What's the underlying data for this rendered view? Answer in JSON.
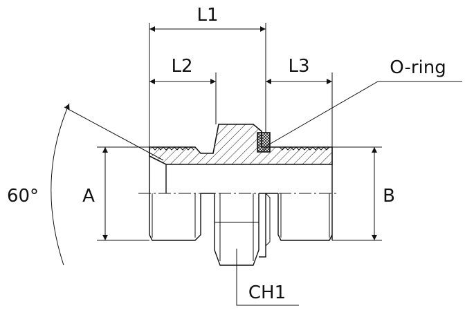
{
  "labels": {
    "l1": "L1",
    "l2": "L2",
    "l3": "L3",
    "oring": "O-ring",
    "angle": "60°",
    "a": "A",
    "b": "B",
    "ch1": "CH1"
  },
  "colors": {
    "line": "#111111",
    "background": "#ffffff"
  }
}
